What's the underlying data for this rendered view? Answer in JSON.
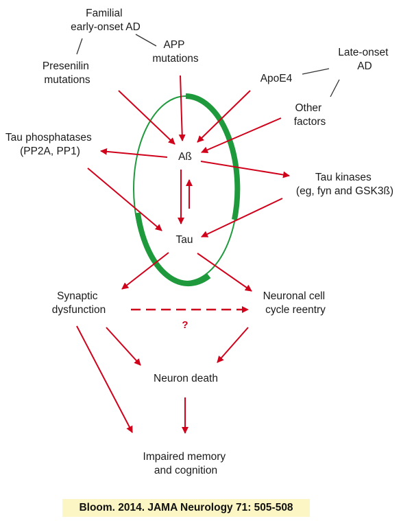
{
  "colors": {
    "arrow": "#d0021b",
    "ring": "#1e9a3c",
    "connector": "#333333",
    "citation_bg": "#fbf6c4"
  },
  "nodes": {
    "familial_ad": [
      "Familial",
      "early-onset AD"
    ],
    "presenilin": [
      "Presenilin",
      "mutations"
    ],
    "app": [
      "APP",
      "mutations"
    ],
    "late_onset": [
      "Late-onset",
      "AD"
    ],
    "apoe4": "ApoE4",
    "other_factors": [
      "Other",
      "factors"
    ],
    "tau_phosphatases": [
      "Tau phosphatases",
      "(PP2A, PP1)"
    ],
    "abeta": "Aß",
    "tau_kinases": [
      "Tau kinases",
      "(eg, fyn and GSK3ß)"
    ],
    "tau": "Tau",
    "synaptic": [
      "Synaptic",
      "dysfunction"
    ],
    "neuronal_cell": [
      "Neuronal cell",
      "cycle reentry"
    ],
    "question": "?",
    "neuron_death": "Neuron death",
    "impaired": [
      "Impaired memory",
      "and cognition"
    ]
  },
  "citation": "Bloom. 2014. JAMA Neurology 71: 505-508"
}
